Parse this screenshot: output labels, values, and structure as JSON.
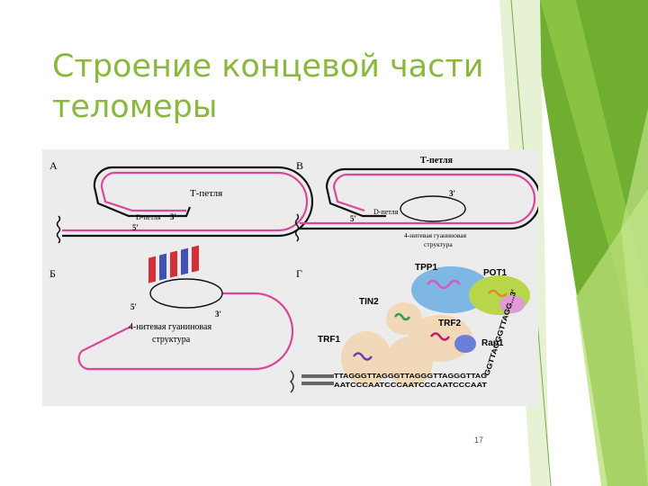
{
  "slide": {
    "title": "Строение концевой части теломеры",
    "page_number": "17"
  },
  "figure": {
    "panels": {
      "a": {
        "letter": "А",
        "loop_label": "Т-петля",
        "d_loop": "D-петля",
        "five": "5′",
        "three": "3′"
      },
      "b": {
        "letter": "Б",
        "five": "5′",
        "three": "3′",
        "line1": "4-нитевая гуаниновая",
        "line2": "структура"
      },
      "v": {
        "letter": "В",
        "loop_label": "Т-петля",
        "d_loop": "D-петля",
        "five": "5′",
        "three": "3′",
        "line1": "4-нитевая гуаниновая",
        "line2": "структура"
      },
      "g": {
        "letter": "Г",
        "proteins": {
          "tpp1": "TPP1",
          "pot1": "POT1",
          "tin2": "TIN2",
          "trf2": "TRF2",
          "trf1": "TRF1",
          "rap1": "Rap1"
        },
        "top_strand": "TTAGGGTTAGGGTTAGGGTTAGGGTTAG",
        "bottom_strand": "AATCCCAATCCCAATCCCAATCCCAAT",
        "overhang": "GGTTAGGGTTAGG...3′"
      }
    }
  },
  "colors": {
    "accent": "#8ab83f",
    "loop": "#d9479a",
    "red": "#d42e36",
    "blue": "#3e52b8"
  }
}
